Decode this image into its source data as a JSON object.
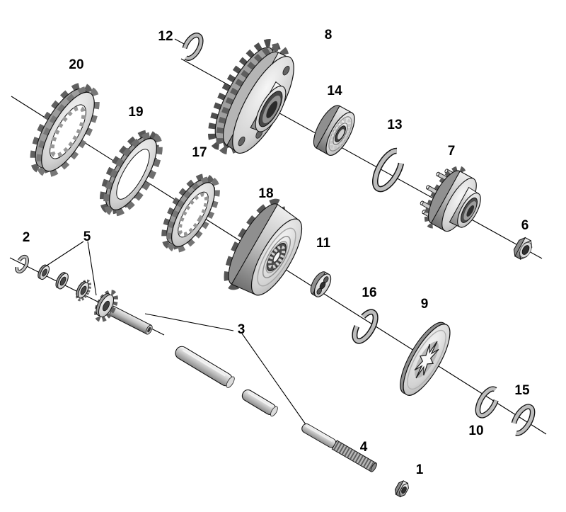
{
  "diagram": {
    "background": "#ffffff",
    "line_color": "#000000",
    "label_color": "#000000",
    "labels": {
      "p1": "1",
      "p2": "2",
      "p3": "3",
      "p4": "4",
      "p5": "5",
      "p6": "6",
      "p7": "7",
      "p8": "8",
      "p9": "9",
      "p10": "10",
      "p11": "11",
      "p12": "12",
      "p13": "13",
      "p14": "14",
      "p15": "15",
      "p16": "16",
      "p17": "17",
      "p18": "18",
      "p19": "19",
      "p20": "20"
    }
  }
}
